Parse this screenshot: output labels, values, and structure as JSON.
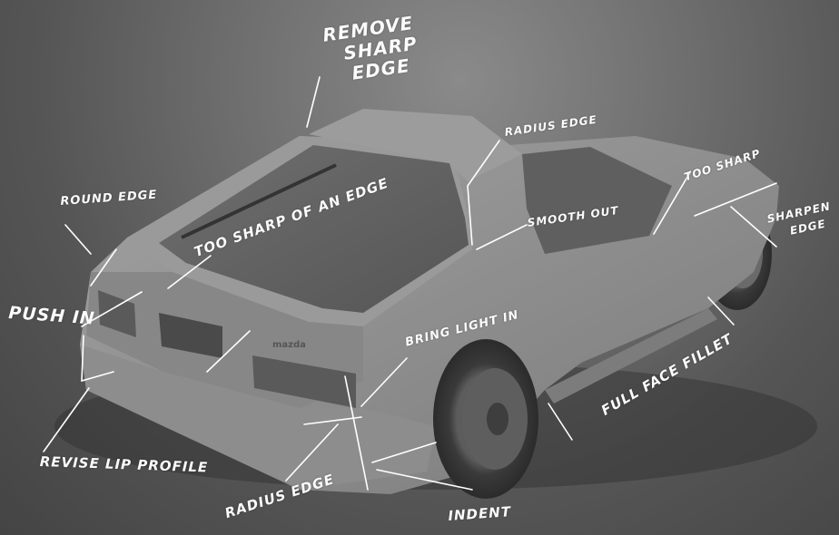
{
  "image": {
    "subject": "Mazda RX-7 FC rear three-quarter clay/grey render with hand-drawn critique notes",
    "badge_text": "mazda",
    "colors": {
      "background": "#5a5a5a",
      "car_body": "#8f8f8f",
      "annotation": "#ffffff"
    }
  },
  "annotations": [
    {
      "id": "remove-sharp-edge",
      "lines": [
        "REMOVE",
        "SHARP",
        "EDGE"
      ]
    },
    {
      "id": "radius-edge-top",
      "text": "RADIUS EDGE"
    },
    {
      "id": "round-edge",
      "text": "ROUND EDGE"
    },
    {
      "id": "too-sharp-of-an-edge",
      "text": "TOO SHARP OF AN EDGE"
    },
    {
      "id": "smooth-out",
      "text": "SMOOTH OUT"
    },
    {
      "id": "too-sharp",
      "text": "TOO SHARP"
    },
    {
      "id": "sharpen-edge",
      "lines": [
        "SHARPEN",
        "EDGE"
      ]
    },
    {
      "id": "push-in",
      "text": "PUSH IN"
    },
    {
      "id": "bring-light-in",
      "text": "BRING LIGHT IN"
    },
    {
      "id": "full-face-fillet",
      "text": "FULL FACE FILLET"
    },
    {
      "id": "revise-lip-profile",
      "text": "REVISE LIP PROFILE"
    },
    {
      "id": "radius-edge-bottom",
      "text": "RADIUS EDGE"
    },
    {
      "id": "indent",
      "text": "INDENT"
    }
  ]
}
